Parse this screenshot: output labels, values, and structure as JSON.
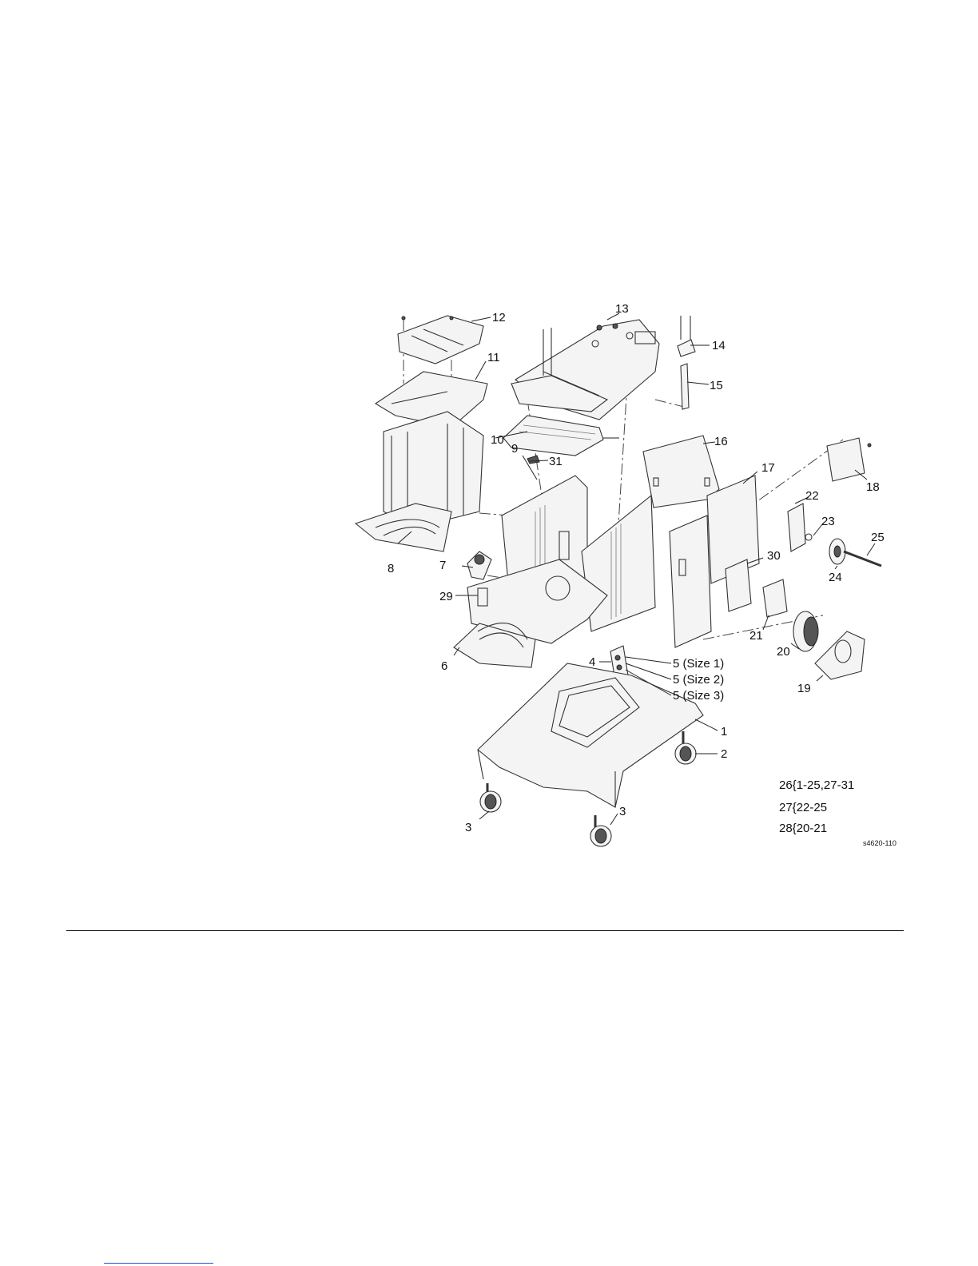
{
  "figure": {
    "id_label": "s4620-110",
    "callouts": [
      {
        "id": "c1",
        "text": "1"
      },
      {
        "id": "c2",
        "text": "2"
      },
      {
        "id": "c3a",
        "text": "3"
      },
      {
        "id": "c3b",
        "text": "3"
      },
      {
        "id": "c4",
        "text": "4"
      },
      {
        "id": "c5a",
        "text": "5 (Size 1)"
      },
      {
        "id": "c5b",
        "text": "5 (Size 2)"
      },
      {
        "id": "c5c",
        "text": "5 (Size 3)"
      },
      {
        "id": "c6",
        "text": "6"
      },
      {
        "id": "c7",
        "text": "7"
      },
      {
        "id": "c8",
        "text": "8"
      },
      {
        "id": "c9",
        "text": "9"
      },
      {
        "id": "c10",
        "text": "10"
      },
      {
        "id": "c11",
        "text": "11"
      },
      {
        "id": "c12",
        "text": "12"
      },
      {
        "id": "c13",
        "text": "13"
      },
      {
        "id": "c14",
        "text": "14"
      },
      {
        "id": "c15",
        "text": "15"
      },
      {
        "id": "c16",
        "text": "16"
      },
      {
        "id": "c17",
        "text": "17"
      },
      {
        "id": "c18",
        "text": "18"
      },
      {
        "id": "c19",
        "text": "19"
      },
      {
        "id": "c20",
        "text": "20"
      },
      {
        "id": "c21",
        "text": "21"
      },
      {
        "id": "c22",
        "text": "22"
      },
      {
        "id": "c23",
        "text": "23"
      },
      {
        "id": "c24",
        "text": "24"
      },
      {
        "id": "c25",
        "text": "25"
      },
      {
        "id": "c29",
        "text": "29"
      },
      {
        "id": "c30",
        "text": "30"
      },
      {
        "id": "c31",
        "text": "31"
      }
    ],
    "groups": [
      {
        "id": "g26",
        "text": "26{1-25,27-31"
      },
      {
        "id": "g27",
        "text": "27{22-25"
      },
      {
        "id": "g28",
        "text": "28{20-21"
      }
    ]
  }
}
